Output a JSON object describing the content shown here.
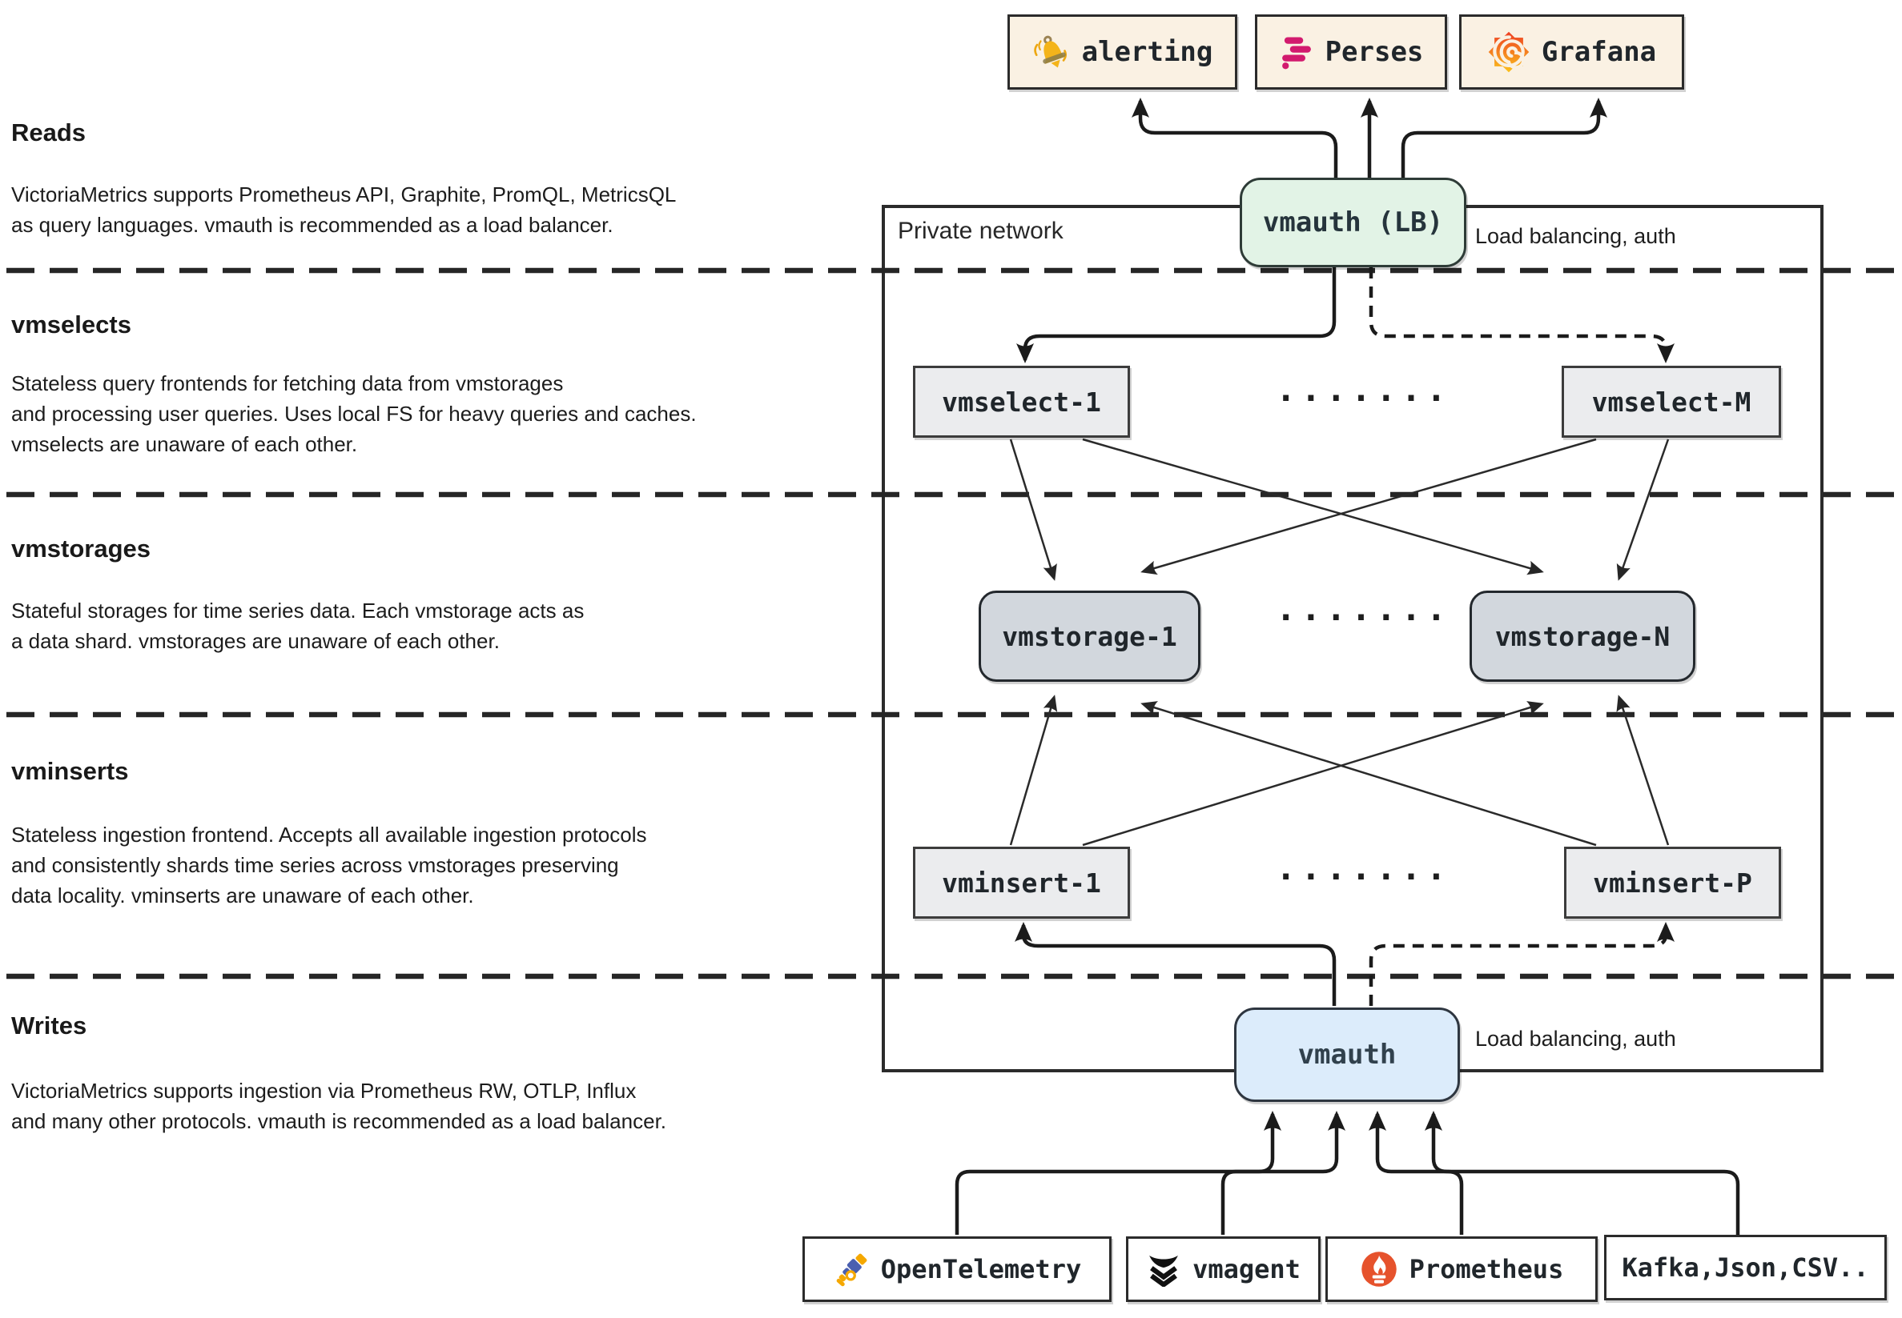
{
  "sections": [
    {
      "heading": "Reads",
      "body": [
        "VictoriaMetrics supports Prometheus API, Graphite, PromQL, MetricsQL",
        "as query languages. vmauth is recommended as a load balancer."
      ]
    },
    {
      "heading": "vmselects",
      "body": [
        "Stateless query frontends for fetching data from vmstorages",
        "and processing user queries. Uses local FS for heavy queries and caches.",
        "vmselects are unaware of each other."
      ]
    },
    {
      "heading": "vmstorages",
      "body": [
        "Stateful storages for time series data. Each vmstorage acts as",
        "a data shard. vmstorages are unaware of each other."
      ]
    },
    {
      "heading": "vminserts",
      "body": [
        "Stateless ingestion frontend. Accepts all available ingestion protocols",
        "and consistently shards time series across vmstorages preserving",
        "data locality. vminserts are unaware of each other."
      ]
    },
    {
      "heading": "Writes",
      "body": [
        "VictoriaMetrics supports ingestion via Prometheus RW, OTLP, Influx",
        "and many other protocols. vmauth is recommended as a load balancer."
      ]
    }
  ],
  "diagram": {
    "private_network_label": "Private network",
    "ellipsis": "·······",
    "consumers": [
      {
        "label": "alerting",
        "icon": "bell-icon"
      },
      {
        "label": "Perses",
        "icon": "perses-icon"
      },
      {
        "label": "Grafana",
        "icon": "grafana-icon"
      }
    ],
    "vmauth_lb": {
      "label": "vmauth (LB)",
      "note": "Load balancing, auth"
    },
    "cluster": {
      "vmselect_left": "vmselect-1",
      "vmselect_right": "vmselect-M",
      "vmstorage_left": "vmstorage-1",
      "vmstorage_right": "vmstorage-N",
      "vminsert_left": "vminsert-1",
      "vminsert_right": "vminsert-P"
    },
    "vmauth_write": {
      "label": "vmauth",
      "note": "Load balancing, auth"
    },
    "producers": [
      {
        "label": "OpenTelemetry",
        "icon": "telescope-icon"
      },
      {
        "label": "vmagent",
        "icon": "vmagent-logo-icon"
      },
      {
        "label": "Prometheus",
        "icon": "prometheus-icon"
      },
      {
        "label": "Kafka,Json,CSV..",
        "icon": null
      }
    ]
  },
  "colors": {
    "consumer_box_bg": "#faf1e3",
    "vmauth_lb_bg": "#e2f3e6",
    "vmauth_write_bg": "#dcecfb",
    "frontend_node_bg": "#ebecee",
    "storage_node_bg": "#d2d7dd",
    "perses_pink": "#d21a6e",
    "grafana_orange": "#f05a28",
    "prometheus_orange": "#e6522c",
    "otel_blue": "#4a5fb0",
    "otel_yellow": "#f5a800",
    "alerting_yellow": "#f4b41a",
    "line_color": "#1b1b1b"
  }
}
